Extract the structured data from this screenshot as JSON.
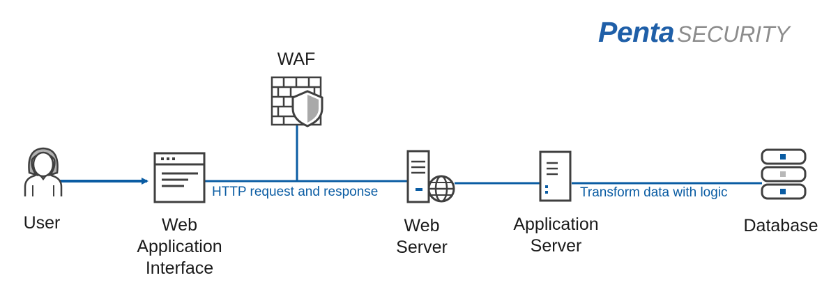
{
  "logo": {
    "main": "Penta",
    "sub": "SECURITY"
  },
  "nodes": {
    "waf": "WAF",
    "user": "User",
    "web_app_interface": [
      "Web",
      "Application",
      "Interface"
    ],
    "web_server": [
      "Web",
      "Server"
    ],
    "app_server": [
      "Application",
      "Server"
    ],
    "database": "Database"
  },
  "edges": {
    "http": "HTTP request and response",
    "transform": "Transform data with logic"
  },
  "colors": {
    "link": "#0a5ca3",
    "icon_dark": "#3f3f3f",
    "icon_light": "#b8b8b8",
    "logo_main": "#1f5fa8",
    "logo_sub": "#8c8c8c"
  }
}
